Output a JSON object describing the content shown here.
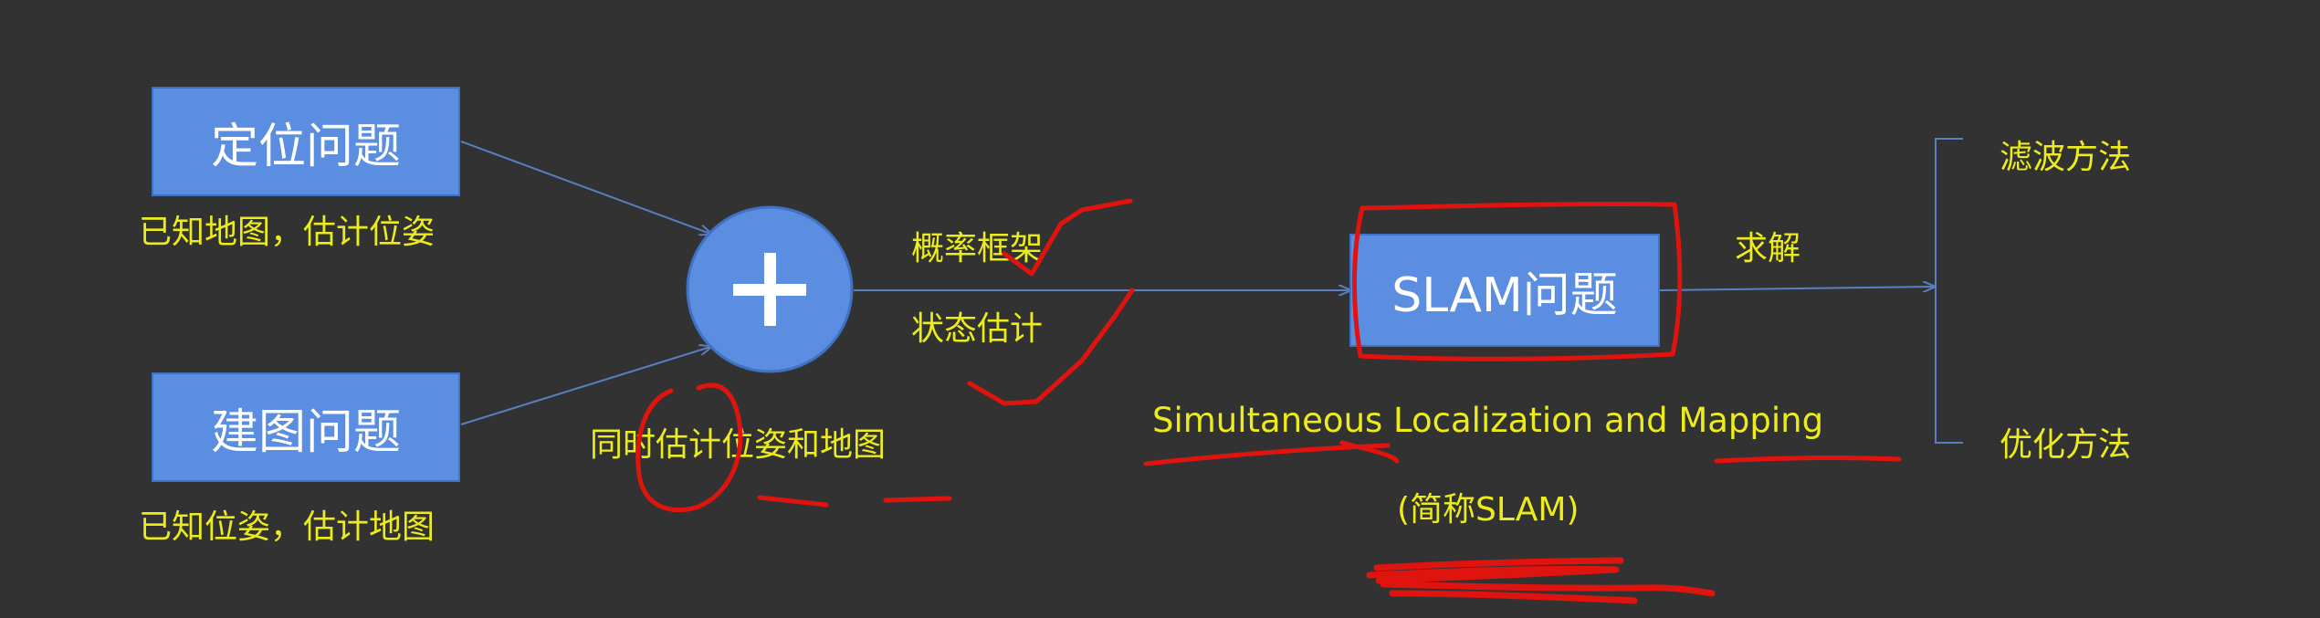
{
  "boxes": {
    "localization": "定位问题",
    "mapping": "建图问题",
    "slam": "SLAM问题"
  },
  "captions": {
    "localization": "已知地图，估计位姿",
    "mapping": "已知位姿，估计地图",
    "joint": "同时估计位姿和地图"
  },
  "plus_symbol": "+",
  "edge_labels": {
    "probability_framework": "概率框架",
    "state_estimation": "状态估计",
    "solve": "求解"
  },
  "slam_full_name": "Simultaneous Localization and Mapping",
  "slam_abbrev": "(简称SLAM)",
  "methods": {
    "filtering": "滤波方法",
    "optimization": "优化方法"
  },
  "colors": {
    "background": "#323232",
    "box_fill": "#5b8ee0",
    "arrow": "#5a7fc0",
    "label_text": "#ecec1c",
    "annotation": "#e0140f"
  }
}
